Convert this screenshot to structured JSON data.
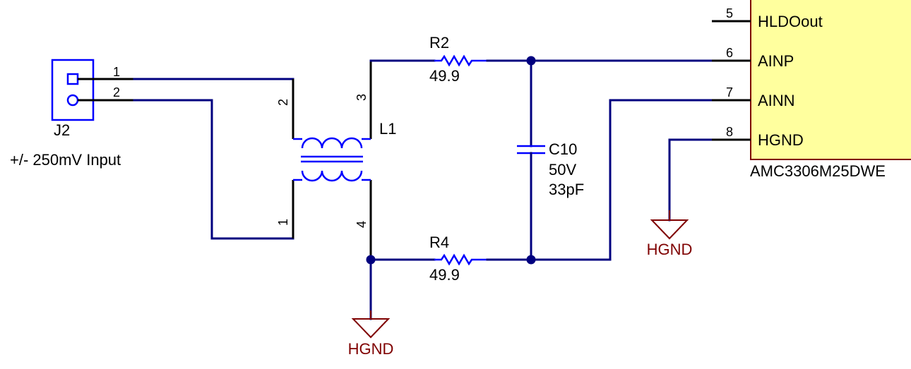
{
  "connector": {
    "ref": "J2",
    "pin1": "1",
    "pin2": "2",
    "note": "+/- 250mV Input"
  },
  "transformer": {
    "ref": "L1",
    "pin1": "1",
    "pin2": "2",
    "pin3": "3",
    "pin4": "4"
  },
  "resistor_top": {
    "ref": "R2",
    "value": "49.9"
  },
  "resistor_bottom": {
    "ref": "R4",
    "value": "49.9"
  },
  "capacitor": {
    "ref": "C10",
    "voltage": "50V",
    "value": "33pF"
  },
  "ic": {
    "part": "AMC3306M25DWE",
    "pins": [
      {
        "num": "5",
        "name": "HLDOout"
      },
      {
        "num": "6",
        "name": "AINP"
      },
      {
        "num": "7",
        "name": "AINN"
      },
      {
        "num": "8",
        "name": "HGND"
      }
    ],
    "fill": "#ffff9e"
  },
  "ground": {
    "label_left": "HGND",
    "label_right": "HGND"
  },
  "colors": {
    "wire": "#00007f",
    "component": "#0000ff",
    "ground": "#7f0000"
  }
}
